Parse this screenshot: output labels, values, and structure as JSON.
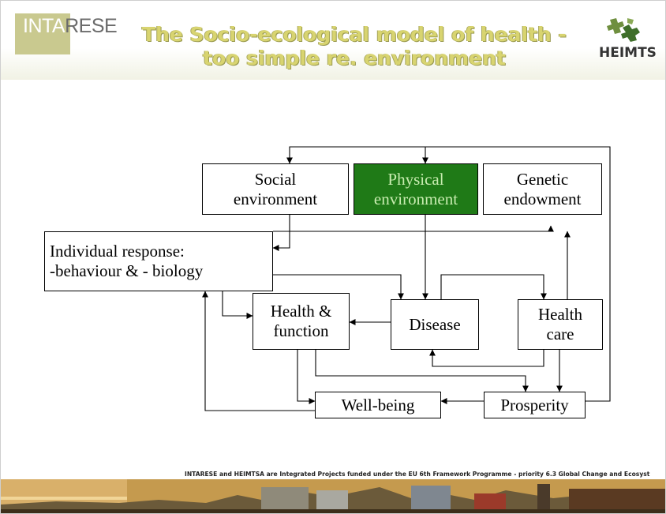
{
  "header": {
    "logo_left_a": "INTA",
    "logo_left_b": "RESE",
    "title_line1": "The Socio-ecological model of health -",
    "title_line2": "too simple re. environment",
    "logo_right": "HEIMTS"
  },
  "nodes": {
    "social": [
      "Social",
      "environment"
    ],
    "physical": [
      "Physical",
      "environment"
    ],
    "genetic": [
      "Genetic",
      "endowment"
    ],
    "individual": [
      "Individual response:",
      "-behaviour & - biology"
    ],
    "health_function": [
      "Health &",
      "function"
    ],
    "disease": "Disease",
    "health_care": [
      "Health",
      "care"
    ],
    "wellbeing": "Well-being",
    "prosperity": "Prosperity"
  },
  "colors": {
    "highlight": "#1f7a17",
    "highlight_text": "#c8ecb0",
    "title": "#d8d470"
  },
  "footer": {
    "text": "INTARESE and HEIMTSA are Integrated Projects funded under the EU 6th Framework Programme - priority 6.3 Global Change and Ecosyst"
  }
}
